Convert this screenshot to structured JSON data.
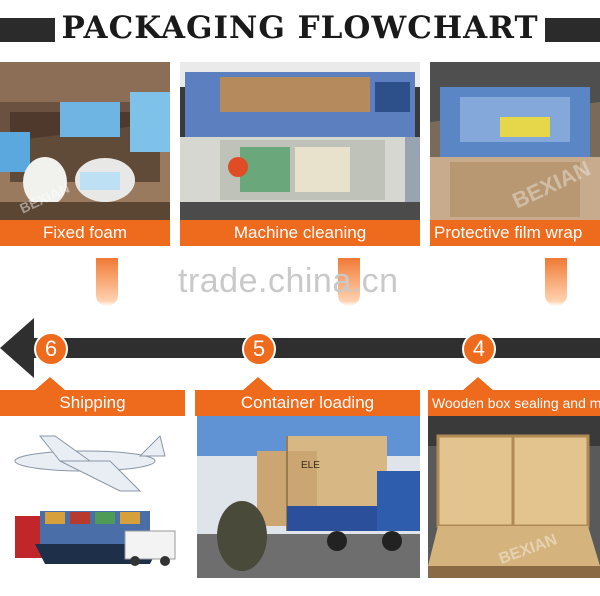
{
  "header": {
    "title": "PACKAGING FLOWCHART"
  },
  "watermark": "trade.china.cn",
  "steps": [
    {
      "number": "",
      "label": "Fixed foam"
    },
    {
      "number": "",
      "label": "Machine cleaning"
    },
    {
      "number": "",
      "label": "Protective film wrap"
    },
    {
      "number": "4",
      "label": "Wooden box sealing and m"
    },
    {
      "number": "5",
      "label": "Container loading"
    },
    {
      "number": "6",
      "label": "Shipping"
    }
  ],
  "photo_marks": {
    "brand": "BEXIAN",
    "crate_text": "ELE"
  },
  "colors": {
    "accent": "#ee6a1c",
    "dark": "#2f2f2f"
  }
}
